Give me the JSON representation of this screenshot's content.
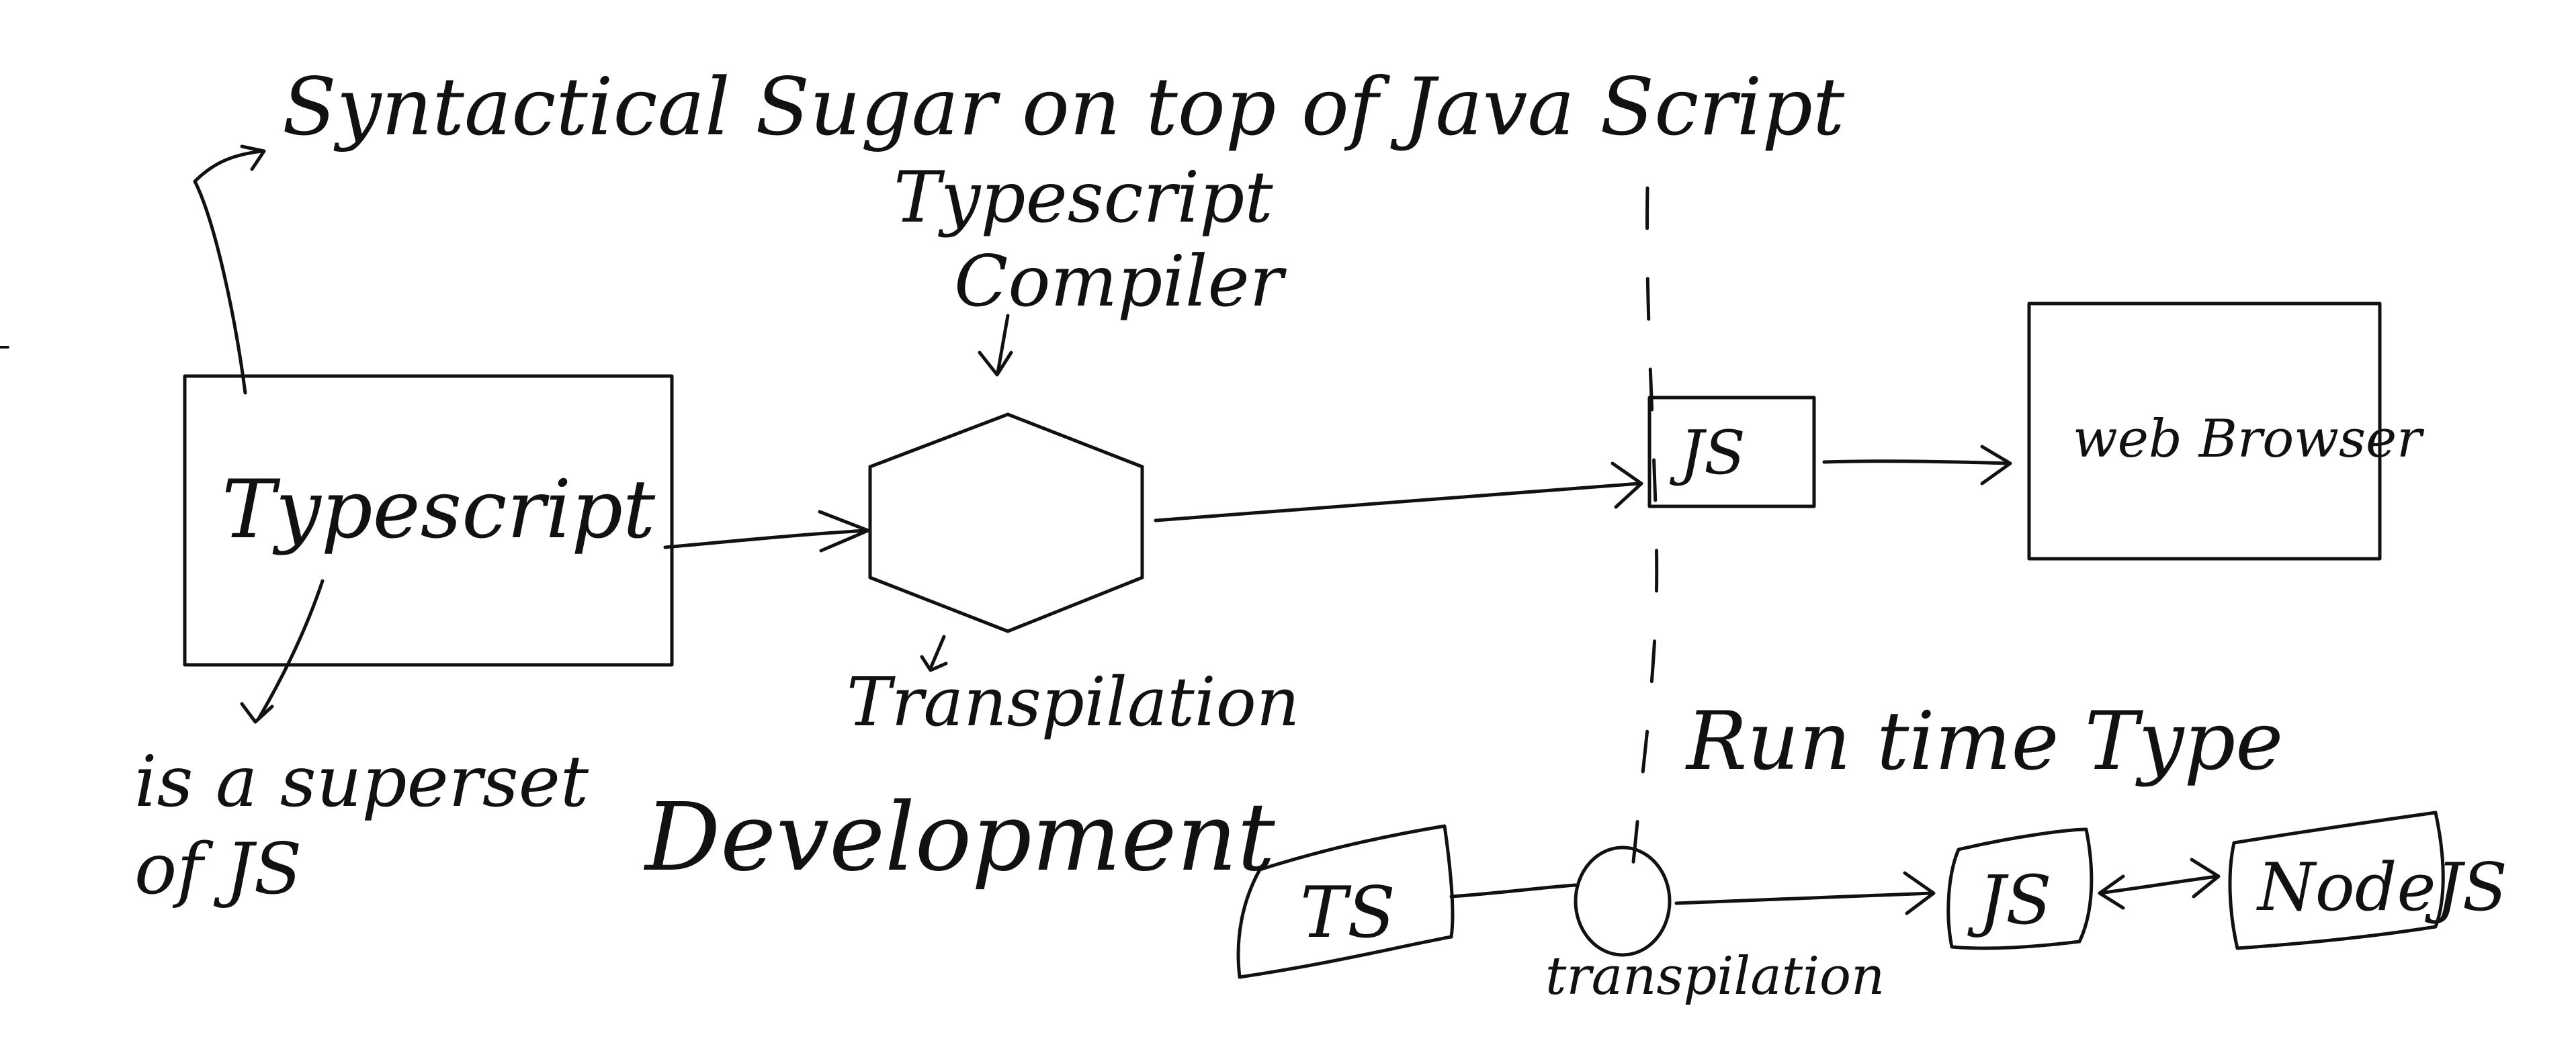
{
  "labels": {
    "syntactical_sugar": "Syntactical Sugar on top of Java Script",
    "typescript_compiler_line1": "Typescript",
    "typescript_compiler_line2": "Compiler",
    "typescript_box": "Typescript",
    "superset_line1": "is a superset",
    "superset_line2": "of JS",
    "transpilation_top": "Transpilation",
    "development": "Development",
    "js_top": "JS",
    "web_browser": "web Browser",
    "run_time_type": "Run time Type",
    "ts_bottom": "TS",
    "transpilation_bottom": "transpilation",
    "js_bottom": "JS",
    "nodejs": "NodeJS"
  },
  "colors": {
    "ink": "#111111",
    "background": "#ffffff"
  }
}
